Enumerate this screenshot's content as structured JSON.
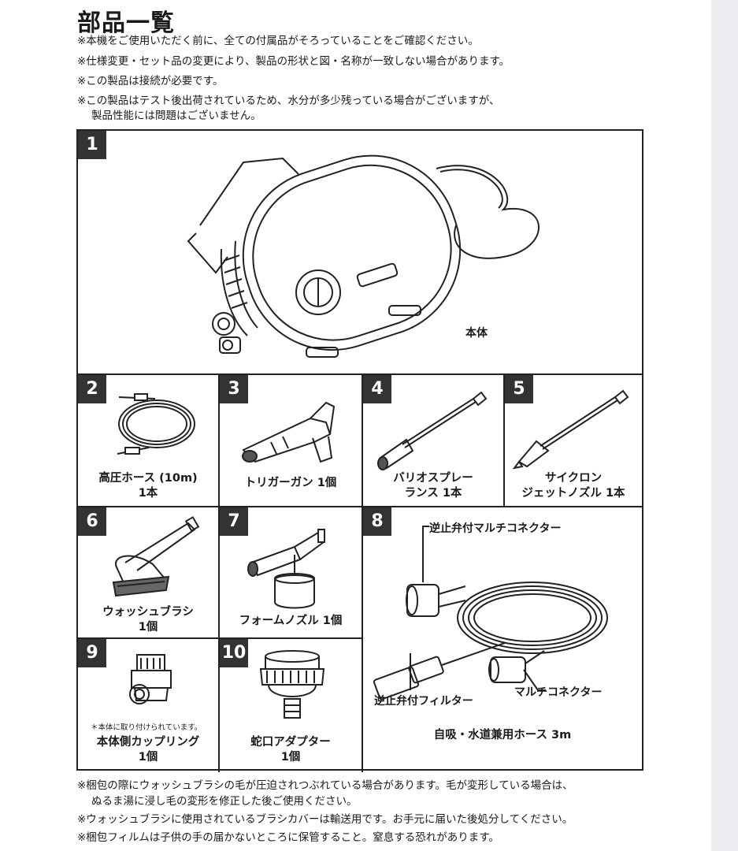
{
  "page": {
    "title": "部品一覧",
    "notes_top": [
      "※本機をご使用いただく前に、全ての付属品がそろっていることをご確認ください。",
      "※仕様変更・セット品の変更により、製品の形状と図・名称が一致しない場合があります。",
      "※この製品は接続が必要です。",
      "※この製品はテスト後出荷されているため、水分が多少残っている場合がございますが、",
      "製品性能には問題はございません。"
    ],
    "notes_bottom": [
      "※梱包の際にウォッシュブラシの毛が圧迫されつぶれている場合があります。毛が変形している場合は、",
      "ぬるま湯に浸し毛の変形を修正した後ご使用ください。",
      "※ウォッシュブラシに使用されているブラシカバーは輸送用です。お手元に届いた後処分してください。",
      "※梱包フィルムは子供の手の届かないところに保管すること。窒息する恐れがあります。"
    ]
  },
  "parts": {
    "p1": {
      "num": "1",
      "label": "本体"
    },
    "p2": {
      "num": "2",
      "line1": "高圧ホース (10m)",
      "line2": "1本"
    },
    "p3": {
      "num": "3",
      "line1": "トリガーガン 1個"
    },
    "p4": {
      "num": "4",
      "line1": "バリオスプレー",
      "line2": "ランス 1本"
    },
    "p5": {
      "num": "5",
      "line1": "サイクロン",
      "line2": "ジェットノズル 1本"
    },
    "p6": {
      "num": "6",
      "line1": "ウォッシュブラシ",
      "line2": "1個"
    },
    "p7": {
      "num": "7",
      "line1": "フォームノズル 1個"
    },
    "p8": {
      "num": "8",
      "label_top": "逆止弁付マルチコネクター",
      "label_filter": "逆止弁付フィルター",
      "label_connector": "マルチコネクター",
      "caption": "自吸・水道兼用ホース 3m"
    },
    "p9": {
      "num": "9",
      "small_note": "＊本体に取り付けられています。",
      "line1": "本体側カップリング",
      "line2": "1個"
    },
    "p10": {
      "num": "10",
      "line1": "蛇口アダプター",
      "line2": "1個"
    }
  }
}
